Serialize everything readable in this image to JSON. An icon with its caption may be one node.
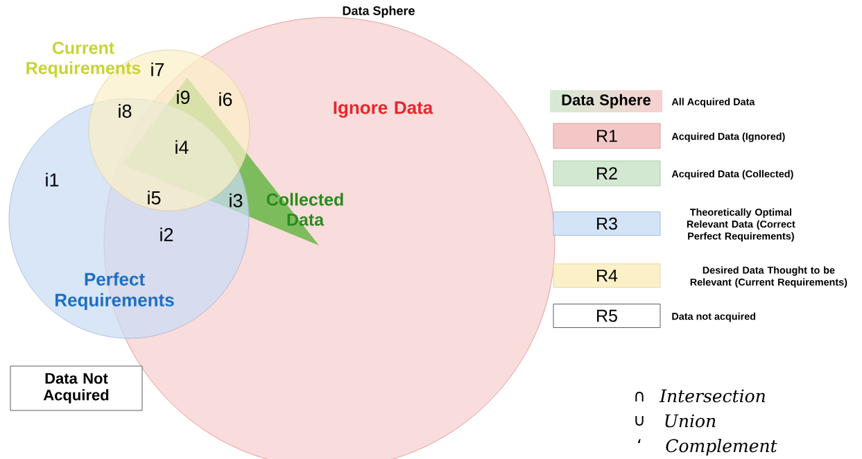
{
  "diagram": {
    "title": "Data Sphere",
    "nodes": [
      {
        "text": [
          "Current Requirements"
        ]
      },
      {
        "text": [
          "Ignore Data"
        ]
      },
      {
        "text": [
          "Perfect Requirements"
        ]
      },
      {
        "text": [
          "Collected Data"
        ],
        "in": 1
      },
      {
        "text": [
          "Data Sphere"
        ],
        "beside": [
          "All Acquired Data"
        ]
      },
      {
        "text": [
          "R1"
        ],
        "beside": [
          "Acquired Data (Ignored)"
        ]
      },
      {
        "text": [
          "R2"
        ],
        "beside": [
          "Acquired Data (Collected)"
        ]
      },
      {
        "text": [
          "R3"
        ],
        "beside": [
          "Theoretically Optimal Relevant Data (Correct Perfect Requirements)"
        ]
      },
      {
        "text": [
          "R4"
        ],
        "beside": [
          "Desired Data Thought to be Relevant (Current Requirements)"
        ]
      },
      {
        "text": [
          "R5"
        ],
        "beside": [
          "Data not acquired"
        ]
      },
      {
        "text": [
          "Data Not Acquired"
        ]
      }
    ],
    "labels": [
      "i7",
      "i9",
      "i6",
      "i8",
      "i4",
      "i1",
      "i5",
      "i3",
      "i2",
      "∩",
      "Intersection",
      "∪",
      "Union",
      "‘",
      "Complement"
    ]
  }
}
